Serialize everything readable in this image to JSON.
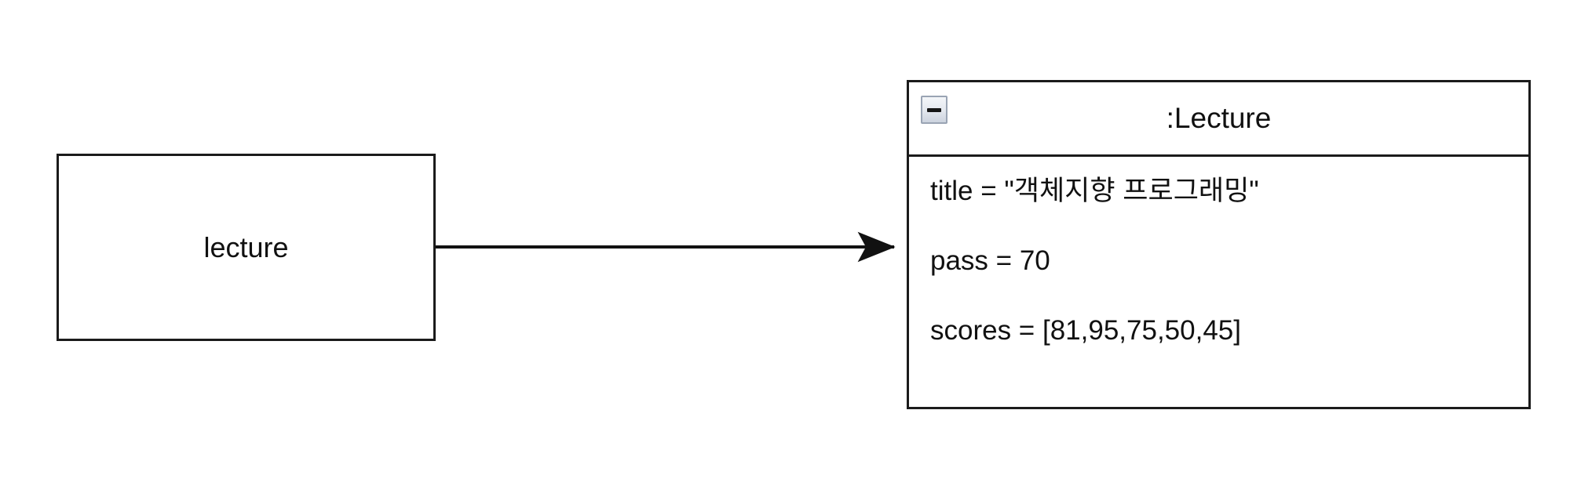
{
  "diagram": {
    "type": "uml-object-diagram",
    "background_color": "#ffffff",
    "line_color": "#1b1b1b"
  },
  "reference_box": {
    "label": "lecture"
  },
  "link": {
    "name": "association-arrow",
    "style": "solid",
    "arrowhead": "filled-triangle",
    "source": "lecture",
    "target": ":Lecture"
  },
  "object_box": {
    "title": ":Lecture",
    "collapse_icon": "minus-icon",
    "attributes": [
      {
        "text": "title = \"객체지향 프로그래밍\"",
        "name": "title",
        "value": "\"객체지향 프로그래밍\""
      },
      {
        "text": "pass = 70",
        "name": "pass",
        "value": "70"
      },
      {
        "text": "scores = [81,95,75,50,45]",
        "name": "scores",
        "value": "[81,95,75,50,45]"
      }
    ]
  }
}
